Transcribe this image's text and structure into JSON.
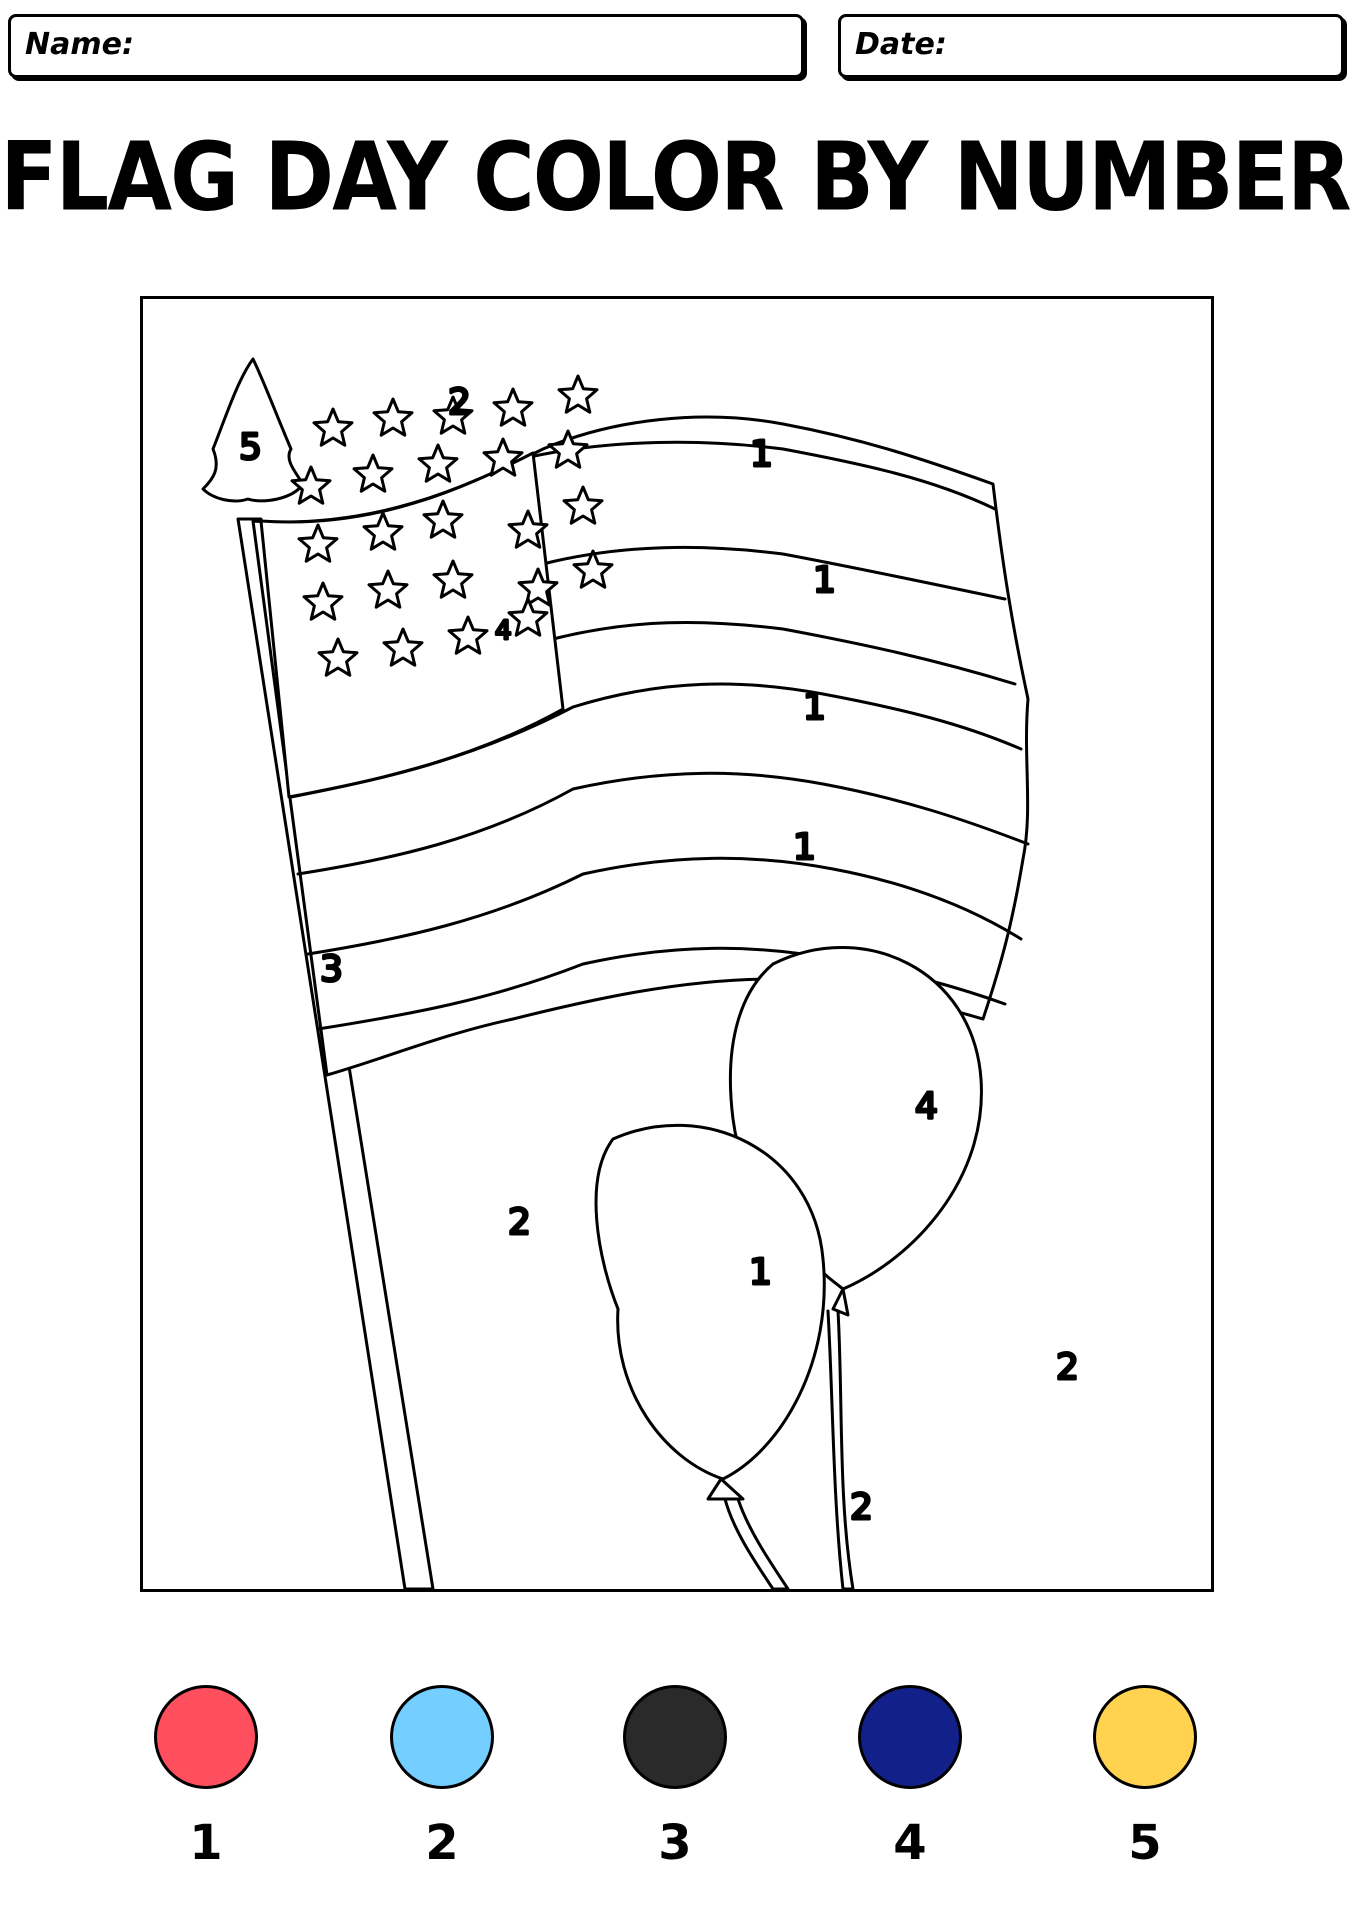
{
  "header": {
    "name_label": "Name:",
    "date_label": "Date:"
  },
  "title": "FLAG DAY COLOR BY NUMBER",
  "picture": {
    "sky_labels": [
      "2",
      "2",
      "2",
      "2"
    ],
    "flag_stripe_labels": [
      "1",
      "1",
      "1",
      "1"
    ],
    "canton_label": "4",
    "pole_label": "3",
    "finial_label": "5",
    "balloon_back_label": "4",
    "balloon_front_label": "1"
  },
  "legend": [
    {
      "number": "1",
      "color": "#FF4F5E"
    },
    {
      "number": "2",
      "color": "#74CEFF"
    },
    {
      "number": "3",
      "color": "#2A2A2A"
    },
    {
      "number": "4",
      "color": "#12208A"
    },
    {
      "number": "5",
      "color": "#FFD250"
    }
  ]
}
